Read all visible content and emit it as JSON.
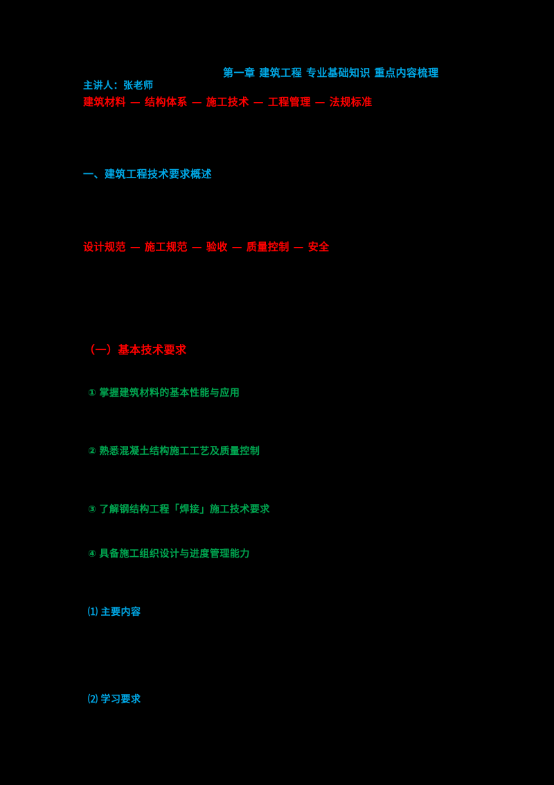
{
  "document": {
    "background_color": "#000000",
    "palette": {
      "blue": "#00a8e6",
      "red": "#ff0000",
      "green": "#00a650"
    },
    "title": "第一章  建筑工程  专业基础知识  重点内容梳理",
    "author_label": "主讲人：张老师",
    "subtitle_1": "建筑材料 — 结构体系 — 施工技术 — 工程管理 — 法规标准",
    "nav_note": "一、建筑工程技术要求概述",
    "subtitle_2": "设计规范 — 施工规范 — 验收 — 质量控制 — 安全",
    "section_heading": "（一）基本技术要求",
    "items": [
      {
        "marker": "①",
        "text": "掌握建筑材料的基本性能与应用",
        "color": "green"
      },
      {
        "marker": "②",
        "text": "熟悉混凝土结构施工工艺及质量控制",
        "color": "green"
      },
      {
        "marker": "③",
        "text": "了解钢结构工程「焊接」施工技术要求",
        "color": "green"
      },
      {
        "marker": "④",
        "text": "具备施工组织设计与进度管理能力",
        "color": "green"
      },
      {
        "marker": "⑴",
        "text": "主要内容",
        "color": "blue"
      },
      {
        "marker": "⑵",
        "text": "学习要求",
        "color": "blue"
      }
    ]
  }
}
